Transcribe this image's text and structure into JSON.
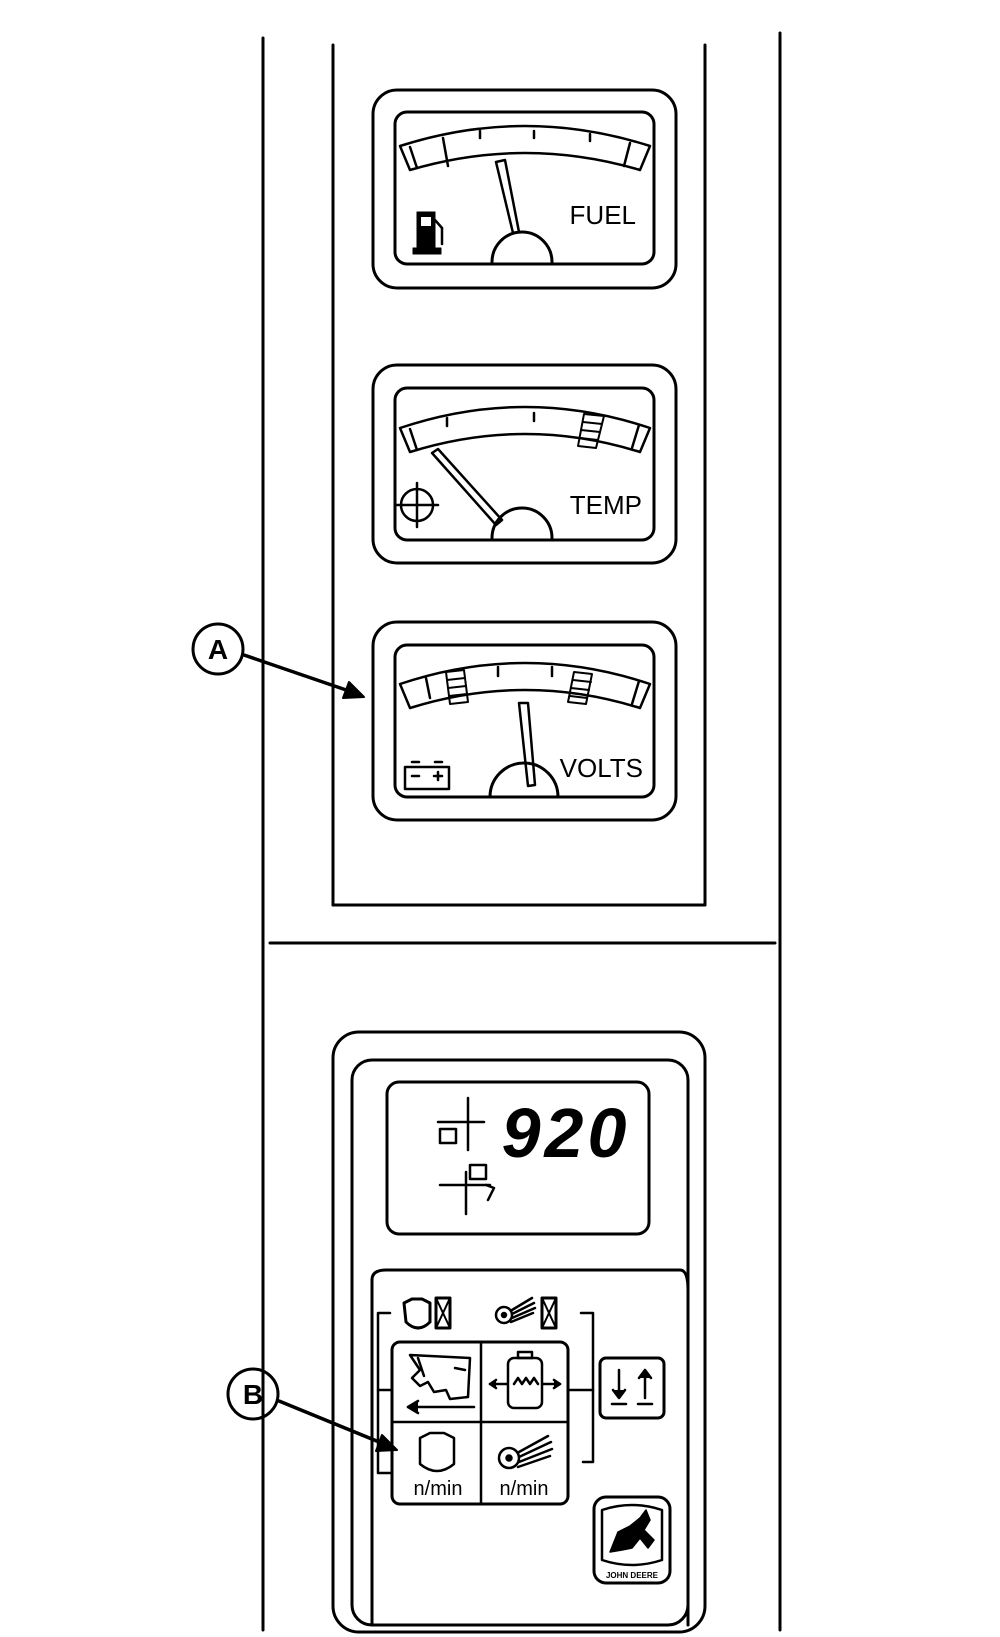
{
  "gauges": [
    {
      "id": "fuel",
      "label": "FUEL",
      "icon": "fuel-pump-icon"
    },
    {
      "id": "temp",
      "label": "TEMP",
      "icon": "coolant-temperature-icon"
    },
    {
      "id": "volts",
      "label": "VOLTS",
      "icon": "battery-icon"
    }
  ],
  "display": {
    "value": "920"
  },
  "callouts": {
    "a": "A",
    "b": "B"
  },
  "buttons": {
    "engine_rpm_unit": "n/min",
    "shaft_rpm_unit": "n/min"
  },
  "logo": {
    "brand": "JOHN DEERE"
  },
  "colors": {
    "ink": "#000000",
    "paper": "#ffffff"
  }
}
